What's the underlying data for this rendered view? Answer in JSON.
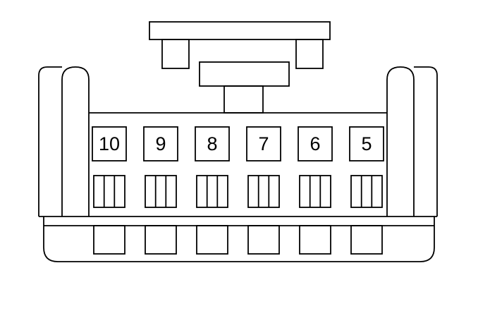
{
  "connector": {
    "pins": [
      {
        "label": "10"
      },
      {
        "label": "9"
      },
      {
        "label": "8"
      },
      {
        "label": "7"
      },
      {
        "label": "6"
      },
      {
        "label": "5"
      }
    ],
    "colors": {
      "line": "#000000",
      "background": "#ffffff"
    }
  }
}
